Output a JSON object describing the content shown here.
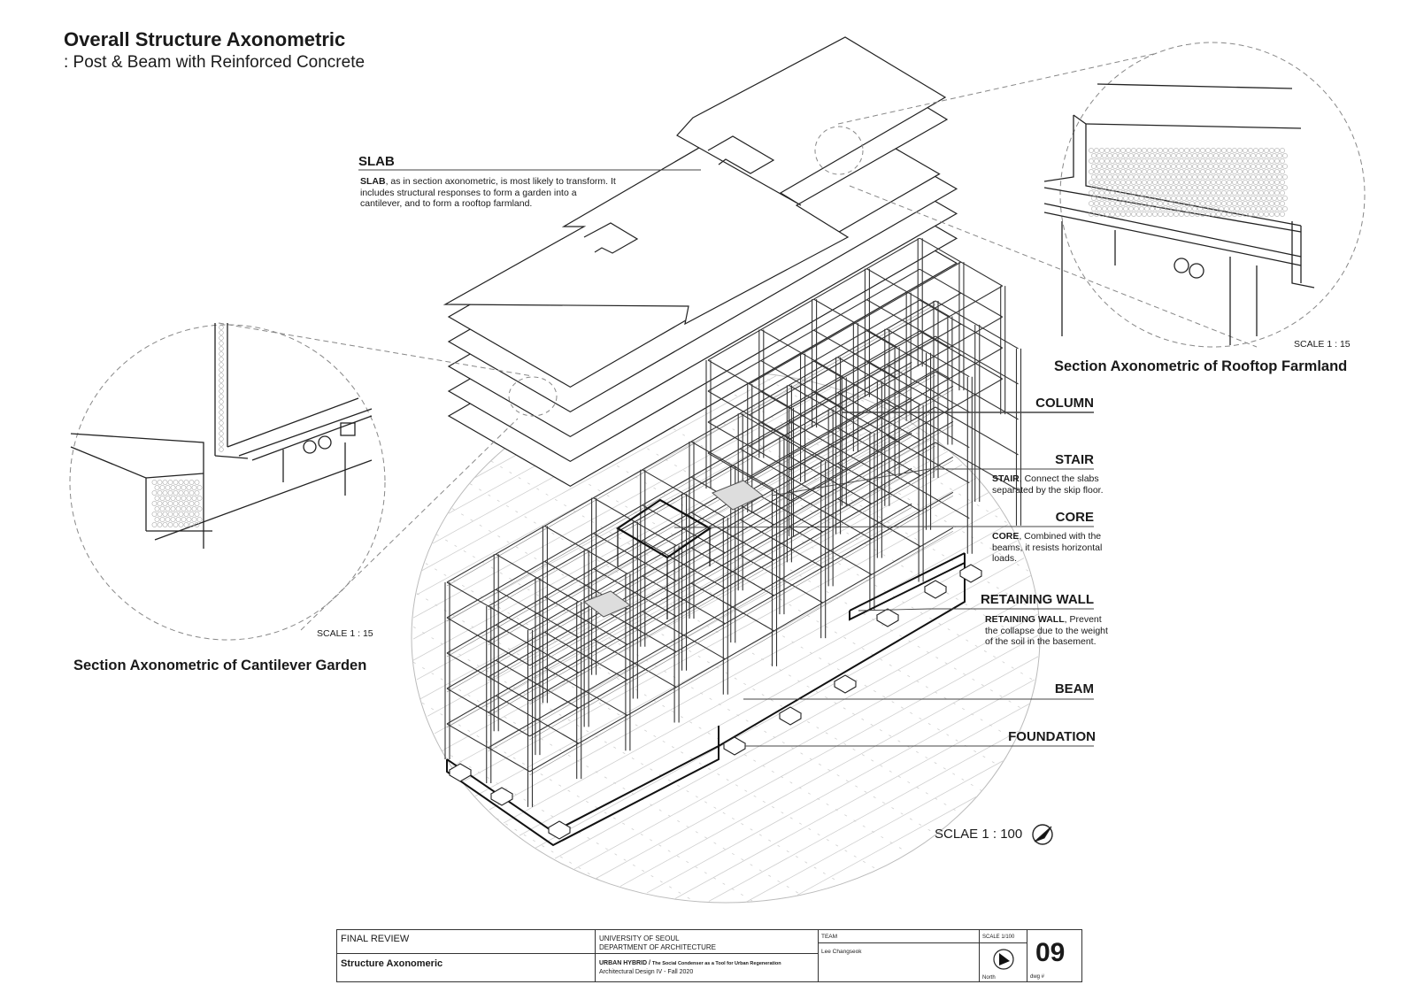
{
  "header": {
    "title": "Overall Structure Axonometric",
    "subtitle": ": Post & Beam with Reinforced Concrete"
  },
  "slab": {
    "label": "SLAB",
    "desc_term": "SLAB",
    "desc_rest": ", as in section axonometric, is most likely to transform. It includes structural responses to form a garden into a cantilever, and to form a rooftop farmland."
  },
  "legend": {
    "column": {
      "label": "COLUMN"
    },
    "stair": {
      "label": "STAIR",
      "desc_term": "STAIR",
      "desc_rest": ", Connect the slabs separated by the skip floor."
    },
    "core": {
      "label": "CORE",
      "desc_term": "CORE",
      "desc_rest": ", Combined with the beams, it resists horizontal loads."
    },
    "retaining_wall": {
      "label": "RETAINING WALL",
      "desc_term": "RETAINING WALL",
      "desc_rest": ", Prevent the collapse due to the weight of the soil in the basement."
    },
    "beam": {
      "label": "BEAM"
    },
    "foundation": {
      "label": "FOUNDATION"
    }
  },
  "details": {
    "rooftop": {
      "caption": "Section Axonometric of Rooftop Farmland",
      "scale": "SCALE 1 : 15"
    },
    "garden": {
      "caption": "Section Axonometric of Cantilever Garden",
      "scale": "SCALE 1 : 15"
    }
  },
  "main_scale": "SCLAE 1 : 100",
  "north_icon": "north-arrow-icon",
  "title_block": {
    "review": "FINAL REVIEW",
    "drawing_name": "Structure Axonomeric",
    "university": "UNIVERSITY OF SEOUL",
    "department": "DEPARTMENT OF ARCHITECTURE",
    "project_bold": "URBAN HYBRID /",
    "project_small": "The Social Condenser as a Tool for Urban Regeneration",
    "course": "Architectural Design IV - Fall 2020",
    "team_label": "TEAM",
    "team_member": "Lee Changseok",
    "scale_label": "SCALE 1/100",
    "north_label": "North",
    "dwg_number": "09",
    "dwg_label": "dwg #"
  }
}
